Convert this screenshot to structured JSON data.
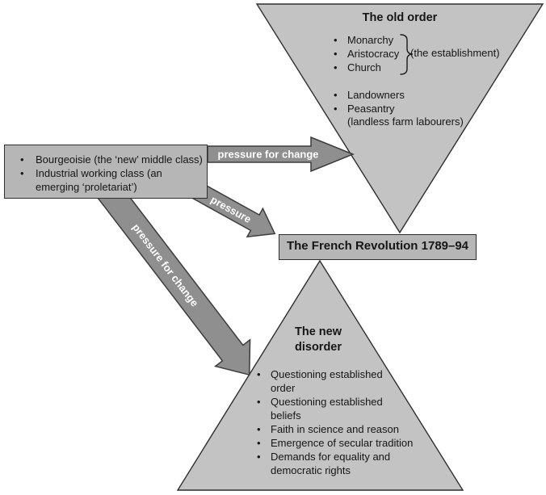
{
  "old_order": {
    "title": "The old order",
    "establishment_items": [
      "Monarchy",
      "Aristocracy",
      "Church"
    ],
    "establishment_label": "(the establishment)",
    "lower_items": [
      "Landowners",
      "Peasantry"
    ],
    "peasantry_note": "(landless farm labourers)"
  },
  "pressure_box": {
    "items": [
      "Bourgeoisie (the ‘new’ middle class)",
      "Industrial working class (an emerging ‘proletariat’)"
    ]
  },
  "arrows": {
    "to_old_order": "pressure for change",
    "to_revolution": "pressure",
    "to_new_disorder": "pressure for change"
  },
  "revolution_box": {
    "label": "The French Revolution 1789–94"
  },
  "new_disorder": {
    "title": "The new disorder",
    "items": [
      "Questioning established order",
      "Questioning established beliefs",
      "Faith in science and reason",
      "Emergence of secular tradition",
      "Demands for equality and democratic rights"
    ]
  },
  "colors": {
    "triangle_fill": "#c3c3c3",
    "box_fill": "#b6b6b6",
    "arrow_fill": "#8f8f8f",
    "outline": "#2e2e2e",
    "arrow_text": "#ffffff",
    "background": "#ffffff"
  }
}
